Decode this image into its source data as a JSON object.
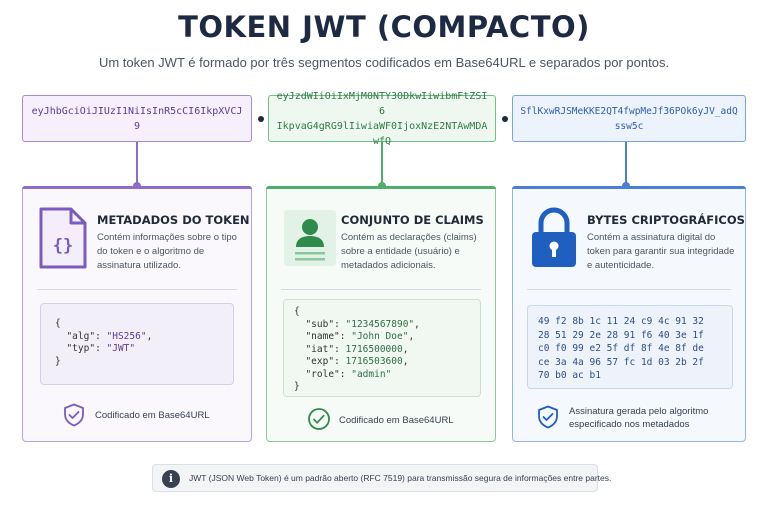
{
  "title": "TOKEN JWT (COMPACTO)",
  "subtitle": "Um token JWT é formado por três segmentos codificados em Base64URL e separados por pontos.",
  "segments": {
    "header": "eyJhbGciOiJIUzI1NiIsInR5cCI6IkpXVCJ9",
    "payload_line1": "eyJzdWIiOiIxMjM0NTY3ODkwIiwibmFtZSI6",
    "payload_line2": "IkpvaG4gRG9lIiwiaWF0IjoxNzE2NTAwMDAwfQ",
    "signature": "SflKxwRJSMeKKE2QT4fwpMeJf36POk6yJV_adQssw5c"
  },
  "cards": {
    "header": {
      "title": "METADADOS DO TOKEN",
      "description": "Contém informações sobre o tipo do token e o algoritmo de assinatura utilizado.",
      "code": {
        "open": "{",
        "alg_key": "\"alg\"",
        "alg_value": "\"HS256\"",
        "typ_key": "\"typ\"",
        "typ_value": "\"JWT\"",
        "close": "}"
      },
      "footer": "Codificado em Base64URL"
    },
    "payload": {
      "title": "CONJUNTO DE CLAIMS",
      "description": "Contém as declarações (claims) sobre a entidade (usuário) e metadados adicionais.",
      "code": {
        "open": "{",
        "sub_key": "\"sub\"",
        "sub_value": "\"1234567890\"",
        "name_key": "\"name\"",
        "name_value": "\"John Doe\"",
        "iat_key": "\"iat\"",
        "iat_value": "1716500000",
        "exp_key": "\"exp\"",
        "exp_value": "1716503600",
        "role_key": "\"role\"",
        "role_value": "\"admin\"",
        "close": "}"
      },
      "footer": "Codificado em Base64URL"
    },
    "signature": {
      "title": "BYTES CRIPTOGRÁFICOS",
      "description": "Contém a assinatura digital do token para garantir sua integridade e autenticidade.",
      "hex_rows": [
        "49 f2 8b 1c 11 24 c9 4c 91 32",
        "28 51 29 2e 28 91 f6 40 3e 1f",
        "c0 f0 99 e2 5f df 8f 4e 8f de",
        "ce 3a 4a 96 57 fc 1d 03 2b 2f",
        "70 b0 ac b1"
      ],
      "footer_line1": "Assinatura gerada pelo algoritmo",
      "footer_line2": "especificado nos metadados"
    }
  },
  "info": {
    "icon_label": "i",
    "text": "JWT (JSON Web Token) é um padrão aberto (RFC 7519) para transmissão segura de informações entre partes."
  },
  "colors": {
    "header_accent": "#8e6cc7",
    "payload_accent": "#4fae69",
    "signature_accent": "#4a7fd6",
    "title": "#1e2a44"
  },
  "icons": {
    "header": "json-document-icon",
    "payload": "user-profile-icon",
    "signature": "padlock-icon",
    "header_footer": "shield-check-icon",
    "payload_footer": "check-circle-icon",
    "signature_footer": "shield-check-icon",
    "info": "info-icon"
  }
}
